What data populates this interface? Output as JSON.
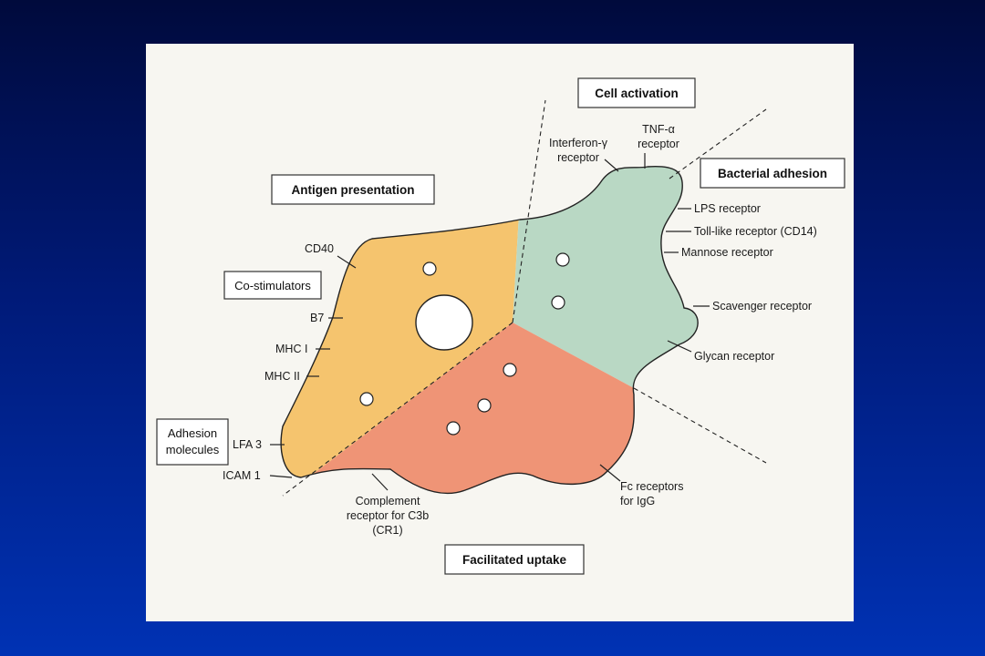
{
  "category_boxes": {
    "cell_activation": "Cell activation",
    "antigen_presentation": "Antigen presentation",
    "bacterial_adhesion": "Bacterial adhesion",
    "facilitated_uptake": "Facilitated uptake",
    "co_stimulators": "Co-stimulators",
    "adhesion_molecules": [
      "Adhesion",
      "molecules"
    ]
  },
  "receptors": {
    "interferon_gamma": [
      "Interferon-γ",
      "receptor"
    ],
    "tnf_alpha": [
      "TNF-α",
      "receptor"
    ],
    "lps": "LPS receptor",
    "toll_like": "Toll-like receptor (CD14)",
    "mannose": "Mannose receptor",
    "scavenger": "Scavenger receptor",
    "glycan": "Glycan receptor",
    "fc": [
      "Fc receptors",
      "for IgG"
    ],
    "complement": [
      "Complement",
      "receptor for C3b",
      "(CR1)"
    ],
    "cd40": "CD40",
    "b7": "B7",
    "mhc1": "MHC I",
    "mhc2": "MHC II",
    "lfa3": "LFA 3",
    "icam1": "ICAM 1"
  },
  "colors": {
    "antigen_region": "#f5c46e",
    "activation_adhesion_region": "#b9d8c4",
    "uptake_region": "#ef9476",
    "panel": "#f7f6f1"
  }
}
